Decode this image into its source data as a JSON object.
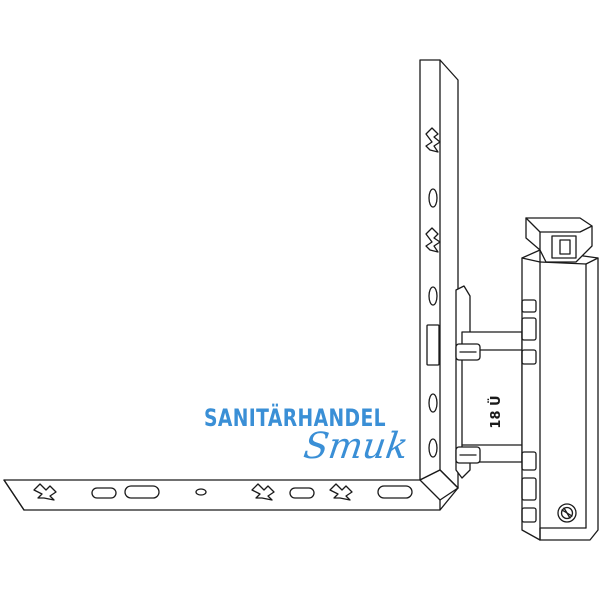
{
  "product": {
    "stamp_text": "18 Ü"
  },
  "watermark": {
    "line1": "SANITÄRHANDEL",
    "line2": "Smuk",
    "color": "#3a8fd6"
  },
  "line_color": "#1a1a1a"
}
